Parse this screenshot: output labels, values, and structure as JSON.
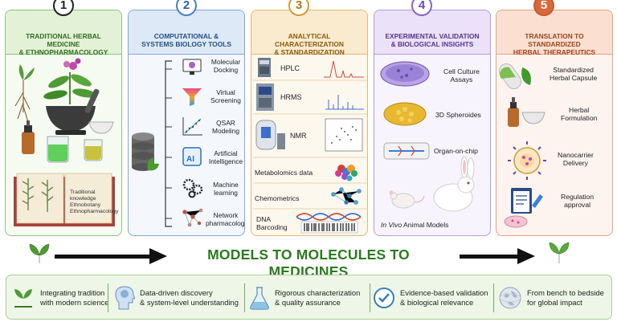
{
  "panels": [
    {
      "number": "1",
      "title_line1": "TRADITIONAL HERBAL MEDICINE",
      "title_line2": "& ETHNOPHARMACOLOGY",
      "book_text": [
        "Traditional",
        "knowledge",
        "Ethnobotany",
        "Ethnopharmacology"
      ]
    },
    {
      "number": "2",
      "title_line1": "COMPUTATIONAL &",
      "title_line2": "SYSTEMS BIOLOGY TOOLS",
      "tools": [
        {
          "line1": "Molecular",
          "line2": "Docking",
          "icon": "monitor-icon"
        },
        {
          "line1": "Virtual",
          "line2": "Screening",
          "icon": "funnel-icon"
        },
        {
          "line1": "QSAR",
          "line2": "Modeling",
          "icon": "scatter-plot-icon"
        },
        {
          "line1": "Artificial",
          "line2": "Intelligence",
          "icon": "ai-chip-icon"
        },
        {
          "line1": "Machine",
          "line2": "learning",
          "icon": "gears-icon"
        },
        {
          "line1": "Network",
          "line2": "pharmacology",
          "icon": "network-icon"
        }
      ]
    },
    {
      "number": "3",
      "title_line1": "ANALYTICAL CHARACTERIZATION",
      "title_line2": "& STANDARDIZATION",
      "methods": [
        {
          "line1": "HPLC",
          "line2": ""
        },
        {
          "line1": "HRMS",
          "line2": ""
        },
        {
          "line1": "NMR",
          "line2": ""
        },
        {
          "line1": "Metabolomics data",
          "line2": ""
        },
        {
          "line1": "Chemometrics",
          "line2": ""
        },
        {
          "line1": "DNA",
          "line2": "Barcoding"
        }
      ]
    },
    {
      "number": "4",
      "title_line1": "EXPERIMENTAL VALIDATION",
      "title_line2": "& BIOLOGICAL INSIGHTS",
      "models": [
        {
          "line1": "Cell Culture",
          "line2": "Assays"
        },
        {
          "line1": "3D Spheroides",
          "line2": ""
        },
        {
          "line1": "Organ-on-chip",
          "line2": ""
        },
        {
          "line1": "In Vivo",
          "line2": " Animal Models"
        }
      ]
    },
    {
      "number": "5",
      "title_line1": "TRANSLATION TO STANDARDIZED",
      "title_line2": "HERBAL THERAPEUTICS",
      "outputs": [
        {
          "line1": "Standardized",
          "line2": "Herbal Capsule"
        },
        {
          "line1": "Herbal",
          "line2": "Formulation"
        },
        {
          "line1": "Nanocarrier",
          "line2": "Delivery"
        },
        {
          "line1": "Regulation",
          "line2": "approval"
        }
      ]
    }
  ],
  "tagline": "MODELS TO MOLECULES TO MEDICINES",
  "summary": [
    {
      "line1": "Integrating tradition",
      "line2": "with modern science",
      "icon": "seedling-hand-icon"
    },
    {
      "line1": "Data-driven discovery",
      "line2": "& system-level understanding",
      "icon": "brain-head-icon"
    },
    {
      "line1": "Rigorous characterization",
      "line2": "& quality assurance",
      "icon": "flask-icon"
    },
    {
      "line1": "Evidence-based validation",
      "line2": "& biological relevance",
      "icon": "check-circle-icon"
    },
    {
      "line1": "From bench to bedside",
      "line2": "for global impact",
      "icon": "globe-icon"
    }
  ],
  "colors": {
    "green": "#2b7a1f",
    "blue": "#4a7fbf",
    "amber": "#d89a34",
    "purple": "#8866c4",
    "orange": "#d9683a"
  }
}
